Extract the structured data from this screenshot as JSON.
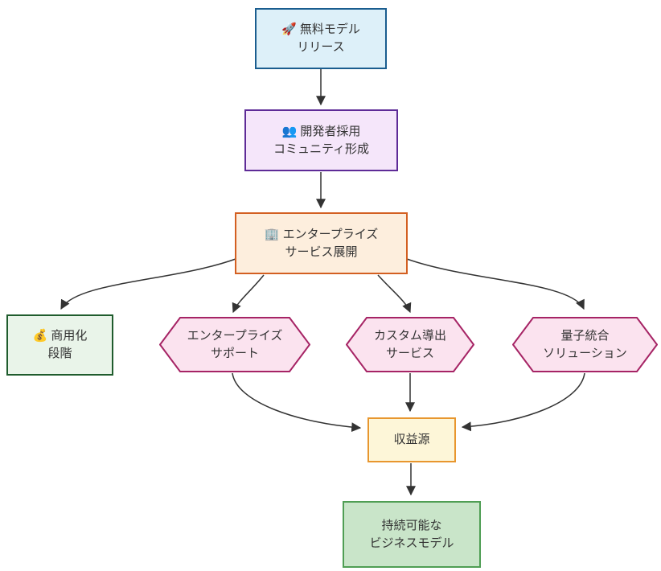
{
  "diagram": {
    "title": "flowchart",
    "edge_color": "#333333",
    "nodes": {
      "free_model_release": {
        "line1": "🚀 無料モデル",
        "line2": "リリース",
        "fill": "#ddf0f9",
        "border": "#1a5d8f",
        "shape": "rect",
        "icon": "rocket-icon"
      },
      "developer_adoption": {
        "line1": "👥 開発者採用",
        "line2": "コミュニティ形成",
        "fill": "#f5e6fa",
        "border": "#5e2b97",
        "shape": "rect",
        "icon": "people-icon"
      },
      "enterprise_service": {
        "line1": "🏢 エンタープライズ",
        "line2": "サービス展開",
        "fill": "#fdeedd",
        "border": "#d35f21",
        "shape": "rect",
        "icon": "office-building-icon"
      },
      "commercialization": {
        "line1": "💰 商用化",
        "line2": "段階",
        "fill": "#e9f4e9",
        "border": "#1f5c2d",
        "shape": "rect",
        "icon": "money-bag-icon"
      },
      "enterprise_support": {
        "line1": "エンタープライズ",
        "line2": "サポート",
        "fill": "#fbe3ef",
        "border": "#a62465",
        "shape": "hexagon"
      },
      "custom_derivation": {
        "line1": "カスタム導出",
        "line2": "サービス",
        "fill": "#fbe3ef",
        "border": "#a62465",
        "shape": "hexagon"
      },
      "quantum_integration": {
        "line1": "量子統合",
        "line2": "ソリューション",
        "fill": "#fbe3ef",
        "border": "#a62465",
        "shape": "hexagon"
      },
      "revenue_source": {
        "line1": "収益源",
        "line2": "",
        "fill": "#fdf6d8",
        "border": "#e8962e",
        "shape": "rect"
      },
      "sustainable_business": {
        "line1": "持続可能な",
        "line2": "ビジネスモデル",
        "fill": "#c9e5c9",
        "border": "#4f9e54",
        "shape": "rect"
      }
    },
    "edges": [
      "free_model_release -> developer_adoption",
      "developer_adoption -> enterprise_service",
      "enterprise_service -> commercialization",
      "enterprise_service -> enterprise_support",
      "enterprise_service -> custom_derivation",
      "enterprise_service -> quantum_integration",
      "enterprise_support -> revenue_source",
      "custom_derivation -> revenue_source",
      "quantum_integration -> revenue_source",
      "revenue_source -> sustainable_business"
    ]
  }
}
